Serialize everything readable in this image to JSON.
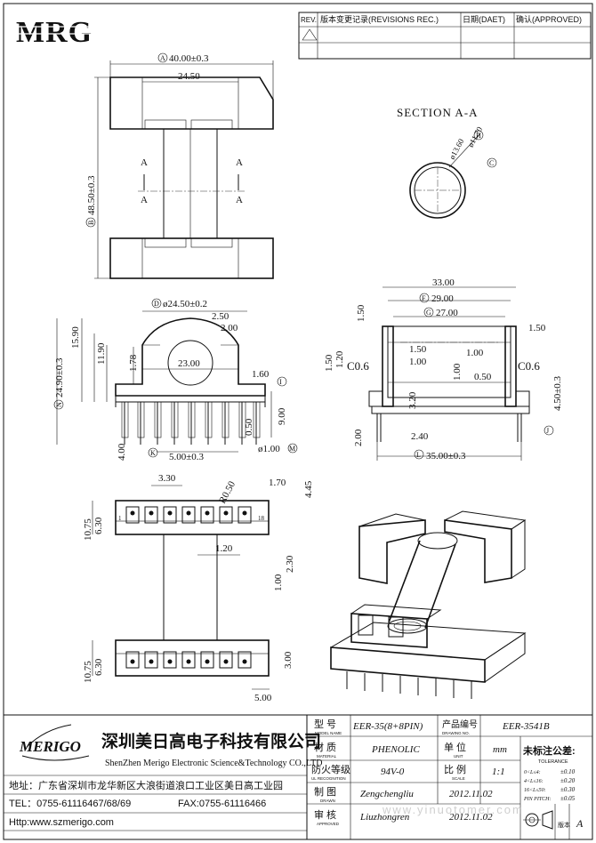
{
  "logo": {
    "text": "MRG"
  },
  "revision_table": {
    "headers": [
      "REV.",
      "版本变更记录(REVISIONS REC.)",
      "日期(DAET)",
      "确认(APPROVED)"
    ]
  },
  "section": {
    "title": "SECTION A-A",
    "dim_outer": "ø13.60",
    "dim_inner": "ø11.70",
    "tol_inner": "+0.2\n−0",
    "mark_outer": "H",
    "mark_inner": "C"
  },
  "top_view": {
    "width_mark": "A",
    "width": "40.00±0.3",
    "inner_width": "24.50",
    "height_mark": "B",
    "height": "48.50±0.3",
    "section_letter": "A"
  },
  "front_view": {
    "flange_mark": "D",
    "flange": "ø24.50±0.2",
    "dim_250": "2.50",
    "dim_200": "2.00",
    "dim_2300": "23.00",
    "dim_178": "1.78",
    "dim_1190": "11.90",
    "dim_1590": "15.90",
    "height_mark": "N",
    "height": "24.90±0.3",
    "dim_160": "1.60",
    "mark_i": "I",
    "dim_900": "9.00",
    "dim_050": "0.50",
    "dim_400": "4.00",
    "pitch_mark": "K",
    "pitch": "5.00±0.3",
    "pin_dia": "ø1.00",
    "pin_mark": "M"
  },
  "side_view": {
    "overall": "33.00",
    "mark_f": "F",
    "dim_f": "29.00",
    "mark_g": "G",
    "dim_g": "27.00",
    "dim_150_top": "1.50",
    "dim_150_right": "1.50",
    "dim_150_mid": "1.50",
    "dim_100_mid": "1.00",
    "dim_100_right": "1.00",
    "dim_150_left": "1.50",
    "dim_120": "1.20",
    "chamfer_left": "C0.6",
    "chamfer_right": "C0.6",
    "dim_100_v": "1.00",
    "dim_050": "0.50",
    "dim_320": "3.20",
    "dim_450": "4.50±0.3",
    "mark_j": "J",
    "dim_200": "2.00",
    "dim_240": "2.40",
    "mark_l": "L",
    "base": "35.00±0.3"
  },
  "bottom_view": {
    "dim_330": "3.30",
    "radius": "R0.50",
    "dim_170": "1.70",
    "dim_445": "4.45",
    "dim_1075_top": "10.75",
    "dim_630_top": "6.30",
    "pin_1": "1",
    "pin_18": "18",
    "dim_120": "1.20",
    "dim_230": "2.30",
    "dim_100": "1.00",
    "dim_1075_bot": "10.75",
    "dim_630_bot": "6.30",
    "dim_300": "3.00",
    "dim_500": "5.00"
  },
  "title_block": {
    "company_logo": "MERIGO",
    "company_cn": "深圳美日高电子科技有限公司",
    "company_en": "ShenZhen Merigo Electronic Science&Technology CO.,LTD",
    "address": "地址：广东省深圳市龙华新区大浪街道浪口工业区美日高工业园",
    "tel": "TEL：0755-61116467/68/69",
    "fax": "FAX:0755-61116466",
    "http": "Http:www.szmerigo.com",
    "rows": [
      {
        "label_cn": "型 号",
        "label_en": "MODEL NAME",
        "value": "EER-35(8+8PIN)",
        "label2_cn": "产品编号",
        "label2_en": "DRAWING NO.",
        "value2": "EER-3541B"
      },
      {
        "label_cn": "材 质",
        "label_en": "MATERIAL",
        "value": "PHENOLIC",
        "label2_cn": "单 位",
        "label2_en": "UNIT",
        "value2": "mm"
      },
      {
        "label_cn": "防火等级",
        "label_en": "UL RECOGNITION",
        "value": "94V-0",
        "label2_cn": "比 例",
        "label2_en": "SCALE",
        "value2": "1:1"
      },
      {
        "label_cn": "制 图",
        "label_en": "DRAWN",
        "value": "Zengchengliu",
        "value2": "2012.11.02"
      },
      {
        "label_cn": "审 核",
        "label_en": "APPROVED",
        "value": "Liuzhongren",
        "value2": "2012.11.02"
      }
    ],
    "tolerance_title": "未标注公差:",
    "tolerance_en": "TOLERANCE",
    "tolerances": [
      {
        "range": "0<L≤4:",
        "value": "±0.10"
      },
      {
        "range": "4<L≤16:",
        "value": "±0.20"
      },
      {
        "range": "16<L≤50:",
        "value": "±0.30"
      },
      {
        "range": "PIN PITCH:",
        "value": "±0.05"
      }
    ],
    "version_label": "版本",
    "version_value": "A"
  },
  "watermark": "www.yinuotomer.com"
}
